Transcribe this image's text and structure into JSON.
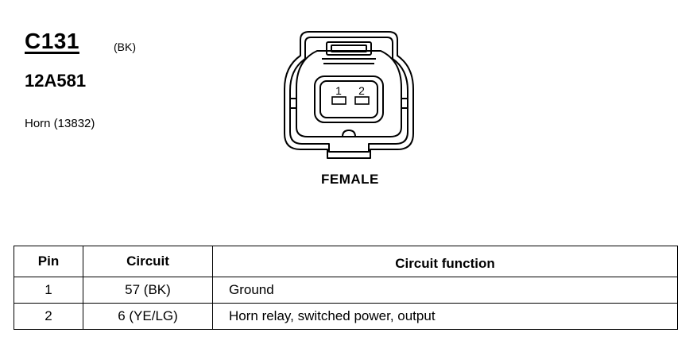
{
  "connector": {
    "id": "C131",
    "color": "(BK)",
    "part_number": "12A581",
    "component": "Horn (13832)",
    "gender": "FEMALE",
    "pin_labels": [
      "1",
      "2"
    ]
  },
  "table": {
    "headers": {
      "pin": "Pin",
      "circuit": "Circuit",
      "function": "Circuit function"
    },
    "rows": [
      {
        "pin": "1",
        "circuit": "57 (BK)",
        "function": "Ground"
      },
      {
        "pin": "2",
        "circuit": "6 (YE/LG)",
        "function": "Horn relay, switched power, output"
      }
    ]
  }
}
